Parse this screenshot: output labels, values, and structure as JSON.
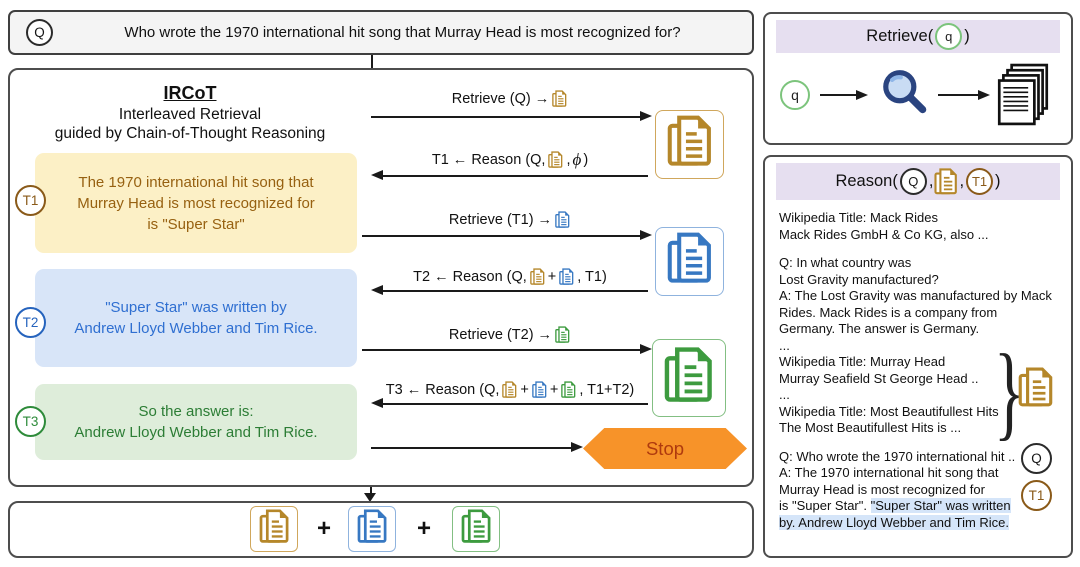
{
  "colors": {
    "gold": "#B5872A",
    "blue": "#3778C2",
    "green": "#3D9B3F",
    "gold_border": "#D0A75C",
    "blue_border": "#8FB3DE",
    "green_border": "#83BF83",
    "t1_fill": "#FCF0C6",
    "t1_text": "#976111",
    "t2_fill": "#D8E5F8",
    "t2_text": "#2F6FD1",
    "t3_fill": "#DEEDDA",
    "t3_text": "#2C7D35",
    "lavender": "#E6DFF0",
    "stop_fill": "#F79329",
    "stop_text": "#AF3A0E",
    "highlight": "#D5E5F9"
  },
  "question_bar": {
    "badge": "Q",
    "text": "Who wrote the 1970 international hit song that Murray Head is most recognized for?"
  },
  "main": {
    "title": "IRCoT",
    "subtitle1": "Interleaved Retrieval",
    "subtitle2": "guided by Chain-of-Thought Reasoning",
    "thoughts": [
      {
        "id": "T1",
        "lines": [
          "The 1970 international hit song that",
          "Murray Head is most recognized for",
          "is \"Super Star\""
        ]
      },
      {
        "id": "T2",
        "lines": [
          "\"Super Star\" was written by",
          "Andrew Lloyd Webber and Tim Rice."
        ]
      },
      {
        "id": "T3",
        "lines": [
          "So the answer is:",
          "Andrew Lloyd Webber and Tim Rice."
        ]
      }
    ],
    "arrows": [
      {
        "segs": [
          {
            "t": "Retrieve (Q) → "
          },
          {
            "ic": "gold"
          }
        ]
      },
      {
        "segs": [
          {
            "t": "T1 ← Reason (Q, "
          },
          {
            "ic": "gold"
          },
          {
            "t": ", "
          },
          {
            "t": "ϕ",
            "cls": "phi"
          },
          {
            "t": " )"
          }
        ]
      },
      {
        "segs": [
          {
            "t": "Retrieve (T1) → "
          },
          {
            "ic": "blue"
          }
        ]
      },
      {
        "segs": [
          {
            "t": "T2 ← Reason (Q, "
          },
          {
            "ic": "gold"
          },
          {
            "t": "+"
          },
          {
            "ic": "blue"
          },
          {
            "t": ", T1)"
          }
        ]
      },
      {
        "segs": [
          {
            "t": "Retrieve (T2) → "
          },
          {
            "ic": "green"
          }
        ]
      },
      {
        "segs": [
          {
            "t": "T3 ← Reason (Q, "
          },
          {
            "ic": "gold"
          },
          {
            "t": "+ "
          },
          {
            "ic": "blue"
          },
          {
            "t": "+"
          },
          {
            "ic": "green"
          },
          {
            "t": ", T1+T2)"
          }
        ]
      }
    ],
    "stop_label": "Stop"
  },
  "bottom_bar": {
    "plus": "+"
  },
  "retrieve_panel": {
    "header": [
      {
        "t": "Retrieve("
      },
      {
        "circle": "q",
        "cls": "c-green"
      },
      {
        "t": " )"
      }
    ],
    "q_label": "q"
  },
  "reason_panel": {
    "header": [
      {
        "t": "Reason("
      },
      {
        "circle": "Q",
        "cls": "c-black"
      },
      {
        "t": ", "
      },
      {
        "pages": "gold"
      },
      {
        "t": ", "
      },
      {
        "circle": "T1",
        "cls": "c-brown"
      },
      {
        "t": ")"
      }
    ],
    "side_q": "Q",
    "side_t1": "T1",
    "lines": [
      [
        {
          "t": "Wikipedia Title: Mack Rides"
        }
      ],
      [
        {
          "t": "Mack Rides GmbH & Co KG, also ..."
        }
      ],
      [],
      [
        {
          "t": "Q: In what country was"
        }
      ],
      [
        {
          "t": "Lost Gravity manufactured?"
        }
      ],
      [
        {
          "t": "A: The Lost Gravity was manufactured by Mack"
        }
      ],
      [
        {
          "t": "Rides. Mack Rides is a company from"
        }
      ],
      [
        {
          "t": "Germany. The answer is Germany."
        }
      ],
      [
        {
          "t": "..."
        }
      ],
      [
        {
          "t": "Wikipedia Title: Murray Head"
        }
      ],
      [
        {
          "t": "Murray Seafield St George Head .."
        }
      ],
      [
        {
          "t": "..."
        }
      ],
      [
        {
          "t": "Wikipedia Title: Most Beautifullest Hits"
        }
      ],
      [
        {
          "t": "The Most Beautifullest Hits is ..."
        }
      ],
      [],
      [
        {
          "t": "Q: Who wrote the 1970 international hit .."
        }
      ],
      [
        {
          "t": "A: The 1970 international hit song that"
        }
      ],
      [
        {
          "t": "Murray Head is most recognized for"
        }
      ],
      [
        {
          "t": "is \"Super Star\". "
        },
        {
          "t": "\"Super Star\" was written",
          "hl": true
        }
      ],
      [
        {
          "t": "by. Andrew Lloyd Webber and Tim Rice.",
          "hl": true
        }
      ]
    ]
  }
}
